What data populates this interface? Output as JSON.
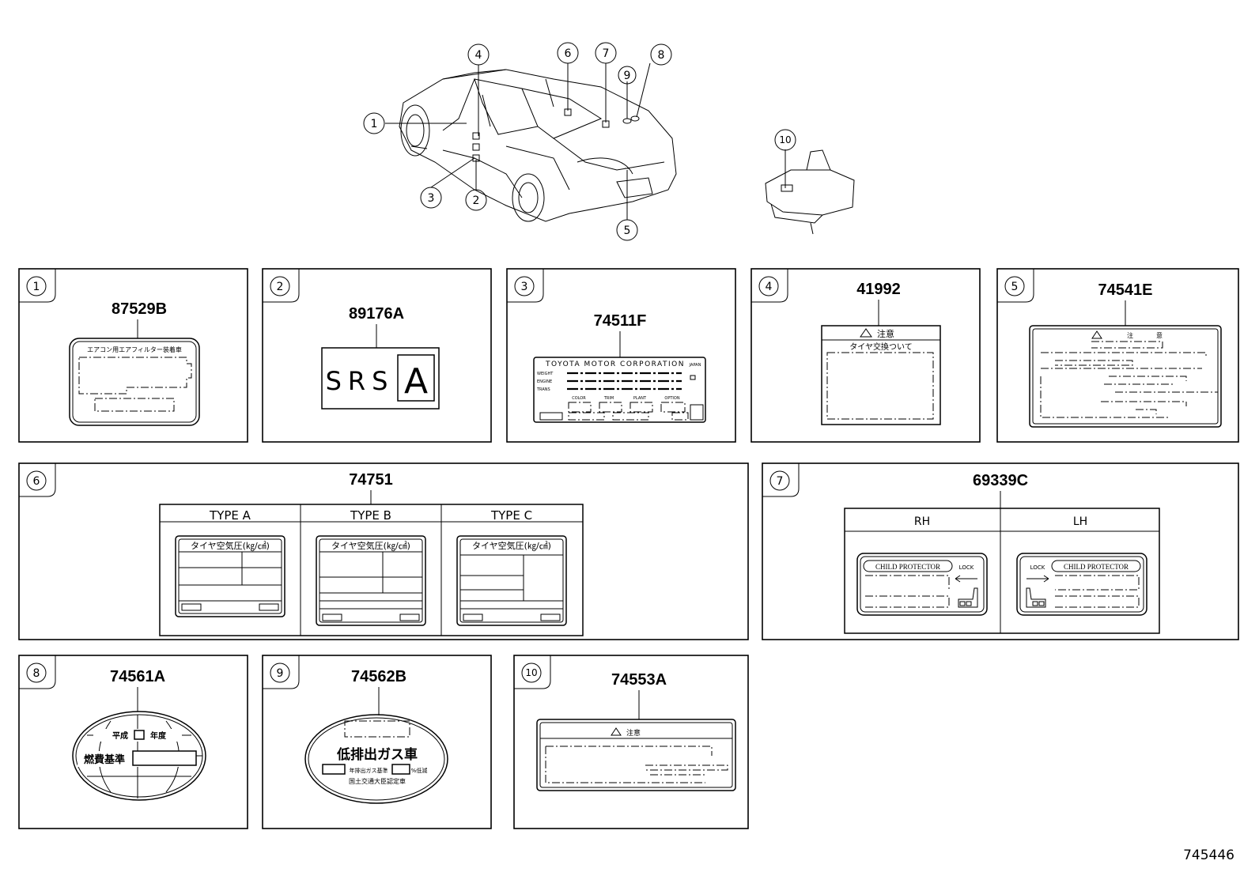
{
  "diagram_code": "745446",
  "vehicle_callouts": [
    "1",
    "2",
    "3",
    "4",
    "5",
    "6",
    "7",
    "8",
    "9",
    "10"
  ],
  "panels": [
    {
      "no": "1",
      "part": "87529B",
      "label_text": "エアコン用エアフィルター装着車"
    },
    {
      "no": "2",
      "part": "89176A",
      "label_text": "SRS",
      "label_letter": "A"
    },
    {
      "no": "3",
      "part": "74511F",
      "maker": "TOYOTA MOTOR CORPORATION",
      "country": "JAPAN",
      "rows": [
        "WEIGHT",
        "ENGINE",
        "TRANS"
      ],
      "cols": [
        "COLOR",
        "TRIM",
        "PLANT",
        "OPTION"
      ]
    },
    {
      "no": "4",
      "part": "41992",
      "caution": "注意",
      "subtitle": "タイヤ交換ついて"
    },
    {
      "no": "5",
      "part": "74541E",
      "caution": "注",
      "caution2": "意"
    },
    {
      "no": "6",
      "part": "74751",
      "types": [
        "TYPE A",
        "TYPE B",
        "TYPE C"
      ],
      "tire_label": "タイヤ空気圧(㎏/㎠)"
    },
    {
      "no": "7",
      "part": "69339C",
      "sides": [
        "RH",
        "LH"
      ],
      "child": "CHILD PROTECTOR",
      "lock": "LOCK"
    },
    {
      "no": "8",
      "part": "74561A",
      "era": "平成",
      "year": "年度",
      "fuel": "燃費基準"
    },
    {
      "no": "9",
      "part": "74562B",
      "main": "低排出ガス車",
      "line1a": "年排出ガス基準",
      "line1b": "%低減",
      "line2": "国土交通大臣認定車"
    },
    {
      "no": "10",
      "part": "74553A",
      "caution": "注意"
    }
  ]
}
